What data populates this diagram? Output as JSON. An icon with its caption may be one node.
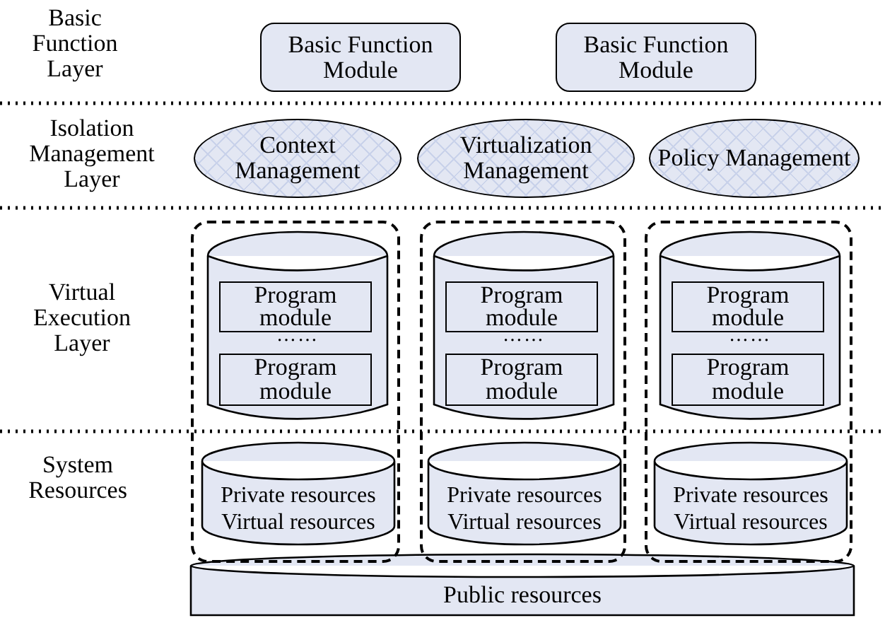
{
  "diagram": {
    "nodes": [
      {
        "text": [
          "Basic Function Module"
        ]
      },
      {
        "text": [
          "Basic Function Module"
        ]
      },
      {
        "text": [
          "Context Management"
        ]
      },
      {
        "text": [
          "Virtualization Management"
        ]
      },
      {
        "text": [
          "Policy Management"
        ]
      },
      {
        "text": [],
        "shape": "box"
      },
      {
        "text": [
          "……"
        ],
        "in": 5
      },
      {
        "text": [
          "Program module"
        ],
        "in": 6
      },
      {
        "text": [
          "Program module"
        ],
        "in": 6
      },
      {
        "text": [
          "Private resources Virtual resources"
        ],
        "in": 5
      },
      {
        "text": [],
        "shape": "box"
      },
      {
        "text": [
          "……"
        ],
        "in": 10
      },
      {
        "text": [
          "Program module"
        ],
        "in": 11
      },
      {
        "text": [
          "Program module"
        ],
        "in": 11
      },
      {
        "text": [
          "Private resources Virtual resources"
        ],
        "in": 10
      },
      {
        "text": [],
        "shape": "box"
      },
      {
        "text": [
          "……"
        ],
        "in": 15
      },
      {
        "text": [
          "Program module"
        ],
        "in": 16
      },
      {
        "text": [
          "Program module"
        ],
        "in": 16
      },
      {
        "text": [
          "Private resources Virtual resources"
        ],
        "in": 15
      },
      {
        "text": [
          "Public resources"
        ]
      }
    ],
    "edges": [],
    "labels": [
      "Basic Function Layer",
      "Isolation Management Layer",
      "Virtual Execution Layer",
      "System Resources"
    ]
  }
}
